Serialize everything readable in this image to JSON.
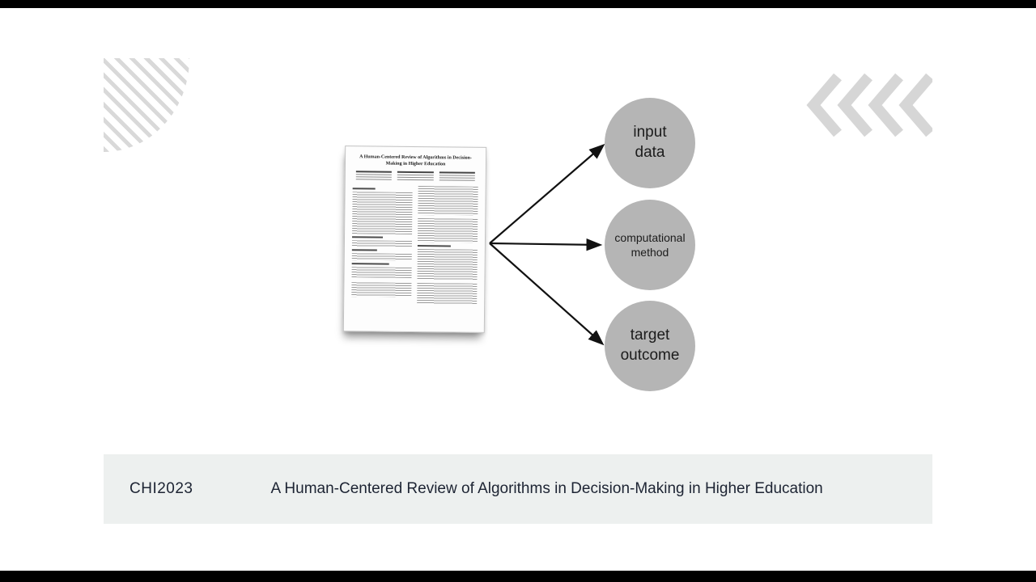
{
  "slide": {
    "paper": {
      "title": "A Human-Centered Review of Algorithms in Decision-Making in Higher Education"
    },
    "diagram": {
      "nodes": [
        {
          "id": "input-data",
          "label_lines": [
            "input",
            "data"
          ]
        },
        {
          "id": "computational-method",
          "label_lines": [
            "computational",
            "method"
          ]
        },
        {
          "id": "target-outcome",
          "label_lines": [
            "target",
            "outcome"
          ]
        }
      ],
      "edges": [
        {
          "from": "paper",
          "to": "input-data"
        },
        {
          "from": "paper",
          "to": "computational-method"
        },
        {
          "from": "paper",
          "to": "target-outcome"
        }
      ]
    },
    "footer": {
      "conference": "CHI2023",
      "title": "A Human-Centered Review of Algorithms in Decision-Making in Higher Education"
    },
    "colors": {
      "node_fill": "#b5b5b5",
      "node_text": "#1c1c1c",
      "footer_bg": "#edf0ef",
      "footer_text": "#1d2433",
      "decoration": "#d6d6d6",
      "arrow": "#111111"
    }
  }
}
